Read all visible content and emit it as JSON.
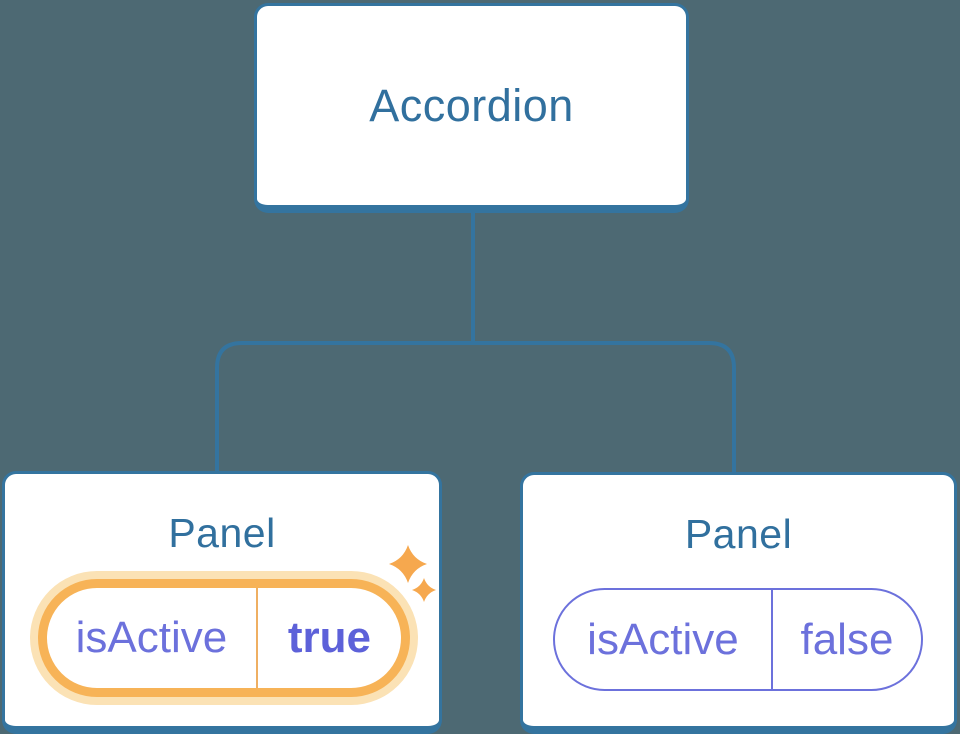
{
  "tree": {
    "root": {
      "label": "Accordion"
    },
    "panels": [
      {
        "label": "Panel",
        "state_key": "isActive",
        "state_value": "true",
        "highlighted": true
      },
      {
        "label": "Panel",
        "state_key": "isActive",
        "state_value": "false",
        "highlighted": false
      }
    ]
  },
  "colors": {
    "background": "#4d6973",
    "node_border": "#34749f",
    "node_fill": "#ffffff",
    "node_text": "#31709e",
    "connector": "#34749f",
    "state_text": "#6c71dc",
    "state_text_active": "#5d61d9",
    "pill_border_active": "#f7b357",
    "pill_halo": "#fbe2b5",
    "pill_divider_active": "#efaf62",
    "pill_border_inactive": "#6c71dc",
    "sparkle": "#f6a84e"
  }
}
